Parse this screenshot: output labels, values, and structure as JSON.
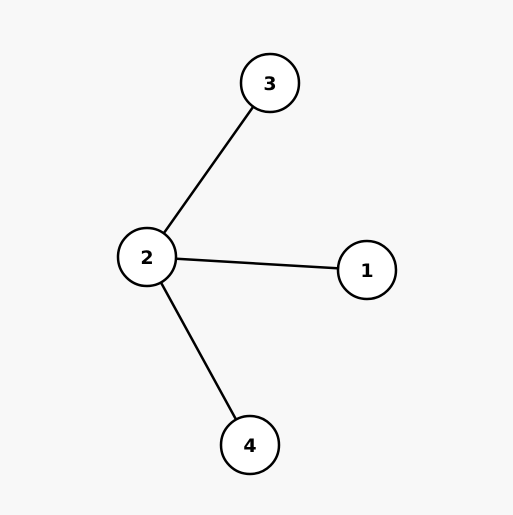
{
  "graph": {
    "nodes": [
      {
        "id": "3",
        "label": "3"
      },
      {
        "id": "2",
        "label": "2"
      },
      {
        "id": "1",
        "label": "1"
      },
      {
        "id": "4",
        "label": "4"
      }
    ],
    "edges": [
      {
        "from": "2",
        "to": "3"
      },
      {
        "from": "2",
        "to": "1"
      },
      {
        "from": "2",
        "to": "4"
      }
    ]
  },
  "colors": {
    "background": "#f8f8f8",
    "node_fill": "#ffffff",
    "stroke": "#000000"
  }
}
